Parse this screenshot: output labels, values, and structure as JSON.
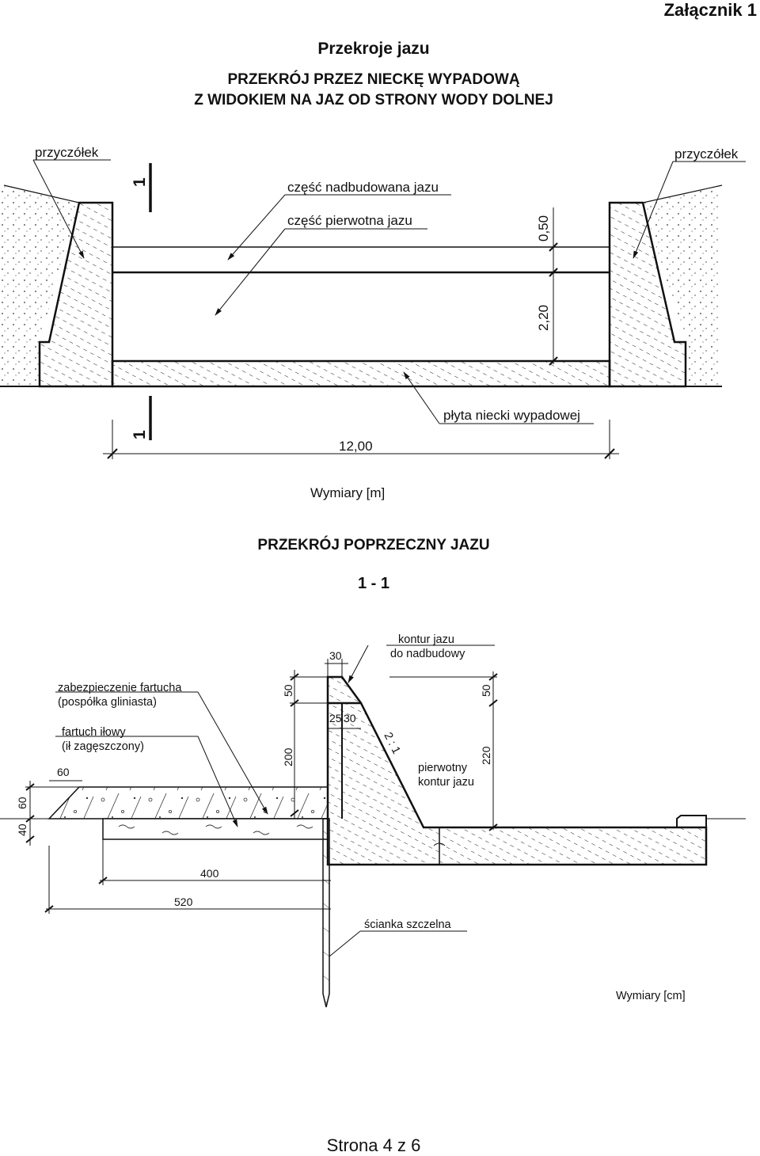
{
  "header": {
    "annex": "Załącznik 1",
    "title": "Przekroje jazu"
  },
  "section1": {
    "title_line1": "PRZEKRÓJ PRZEZ NIECKĘ WYPADOWĄ",
    "title_line2": "Z WIDOKIEM NA JAZ OD STRONY WODY DOLNEJ",
    "label_abutment_left": "przyczółek",
    "label_abutment_right": "przyczółek",
    "label_raised": "część nadbudowana jazu",
    "label_original": "część pierwotna jazu",
    "label_slab": "płyta niecki wypadowej",
    "dim_050": "0,50",
    "dim_220": "2,20",
    "dim_1200": "12,00",
    "section_mark": "1",
    "units": "Wymiary [m]"
  },
  "section2": {
    "title": "PRZEKRÓJ POPRZECZNY JAZU",
    "subtitle": "1 - 1",
    "label_contour_line1": "kontur jazu",
    "label_contour_line2": "do nadbudowy",
    "label_apron_prot_line1": "zabezpieczenie fartucha",
    "label_apron_prot_line2": "(pospółka gliniasta)",
    "label_clay_line1": "fartuch iłowy",
    "label_clay_line2": "(ił zagęszczony)",
    "label_orig_line1": "pierwotny",
    "label_orig_line2": "kontur jazu",
    "label_sheet_pile": "ścianka szczelna",
    "slope": "2 : 1",
    "dim_30": "30",
    "dim_50a": "50",
    "dim_50b": "50",
    "dim_200": "200",
    "dim_220": "220",
    "dim_25": "25",
    "dim_30b": "30",
    "dim_60": "60",
    "dim_60v": "60",
    "dim_40": "40",
    "dim_400": "400",
    "dim_520": "520",
    "units": "Wymiary [cm]"
  },
  "footer": {
    "page": "Strona 4 z 6"
  }
}
